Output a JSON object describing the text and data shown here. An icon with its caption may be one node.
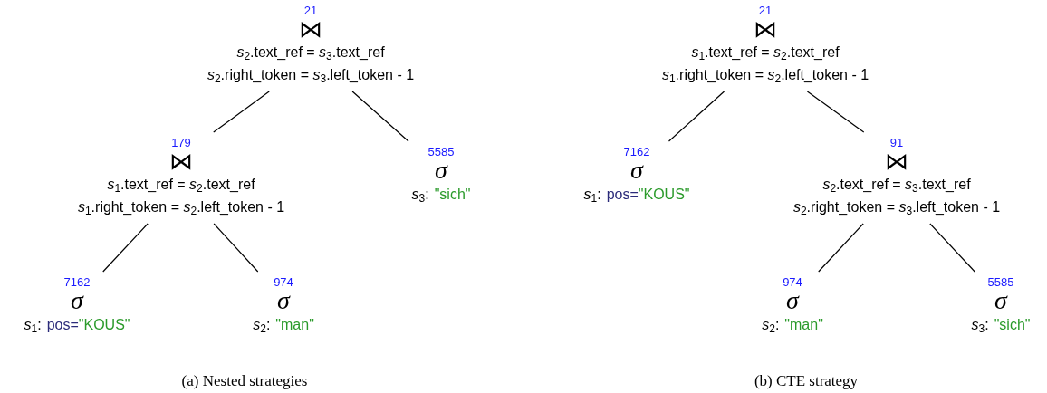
{
  "diagram": {
    "nodes": [
      {
        "text": [
          "⋈",
          "*s*$_{2}$.text_ref = *s*$_{3}$.text_ref",
          "*s*$_{2}$.right_token = *s*$_{3}$.left_token - 1"
        ],
        "beside": [
          "21"
        ]
      },
      {
        "text": [
          "⋈",
          "*s*$_{1}$.text_ref = *s*$_{2}$.text_ref",
          "*s*$_{1}$.right_token = *s*$_{2}$.left_token - 1"
        ],
        "beside": [
          "179"
        ]
      },
      {
        "text": [
          "σ",
          "*s*$_{3}$:",
          "\"sich\""
        ],
        "beside": [
          "5585"
        ]
      },
      {
        "text": [
          "σ",
          "*s*$_{1}$:",
          "pos=",
          "\"KOUS\""
        ],
        "beside": [
          "7162"
        ]
      },
      {
        "text": [
          "σ",
          "*s*$_{2}$:",
          "\"man\""
        ],
        "beside": [
          "974"
        ]
      },
      {
        "text": [
          "⋈",
          "*s*$_{1}$.text_ref = *s*$_{2}$.text_ref",
          "*s*$_{1}$.right_token = *s*$_{2}$.left_token - 1"
        ],
        "beside": [
          "21"
        ]
      },
      {
        "text": [
          "σ",
          "*s*$_{1}$:",
          "pos=",
          "\"KOUS\""
        ],
        "beside": [
          "7162"
        ]
      },
      {
        "text": [
          "⋈",
          "*s*$_{2}$.text_ref = *s*$_{3}$.text_ref",
          "*s*$_{2}$.right_token = *s*$_{3}$.left_token - 1"
        ],
        "beside": [
          "91"
        ]
      },
      {
        "text": [
          "σ",
          "*s*$_{2}$:",
          "\"man\""
        ],
        "beside": [
          "974"
        ]
      },
      {
        "text": [
          "σ",
          "*s*$_{3}$:",
          "\"sich\""
        ],
        "beside": [
          "5585"
        ]
      }
    ],
    "edges": [
      {
        "from": 0,
        "to": 1,
        "arrow": "none"
      },
      {
        "from": 0,
        "to": 2,
        "arrow": "none"
      },
      {
        "from": 1,
        "to": 3,
        "arrow": "none"
      },
      {
        "from": 1,
        "to": 4,
        "arrow": "none"
      },
      {
        "from": 5,
        "to": 6,
        "arrow": "none"
      },
      {
        "from": 5,
        "to": 7,
        "arrow": "none"
      },
      {
        "from": 7,
        "to": 8,
        "arrow": "none"
      },
      {
        "from": 7,
        "to": 9,
        "arrow": "none"
      }
    ],
    "labels": [
      "(a) Nested strategies",
      "(b) CTE strategy"
    ]
  }
}
